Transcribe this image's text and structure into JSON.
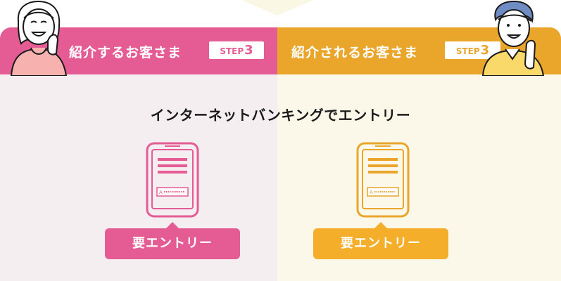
{
  "referrer": {
    "title": "紹介するお客さま",
    "step_label": "STEP",
    "step_number": "3",
    "cta": "要エントリー"
  },
  "referee": {
    "title": "紹介されるお客さま",
    "step_label": "STEP",
    "step_number": "3",
    "cta": "要エントリー"
  },
  "heading": "インターネットバンキングでエントリー",
  "colors": {
    "pink": "#e55c95",
    "orange": "#e9a62b",
    "cta_orange": "#f5ae2a",
    "left_bg": "#f4eef0",
    "right_bg": "#fcf8e9"
  },
  "icons": [
    "phone-entry-icon",
    "woman-illustration",
    "man-illustration"
  ]
}
